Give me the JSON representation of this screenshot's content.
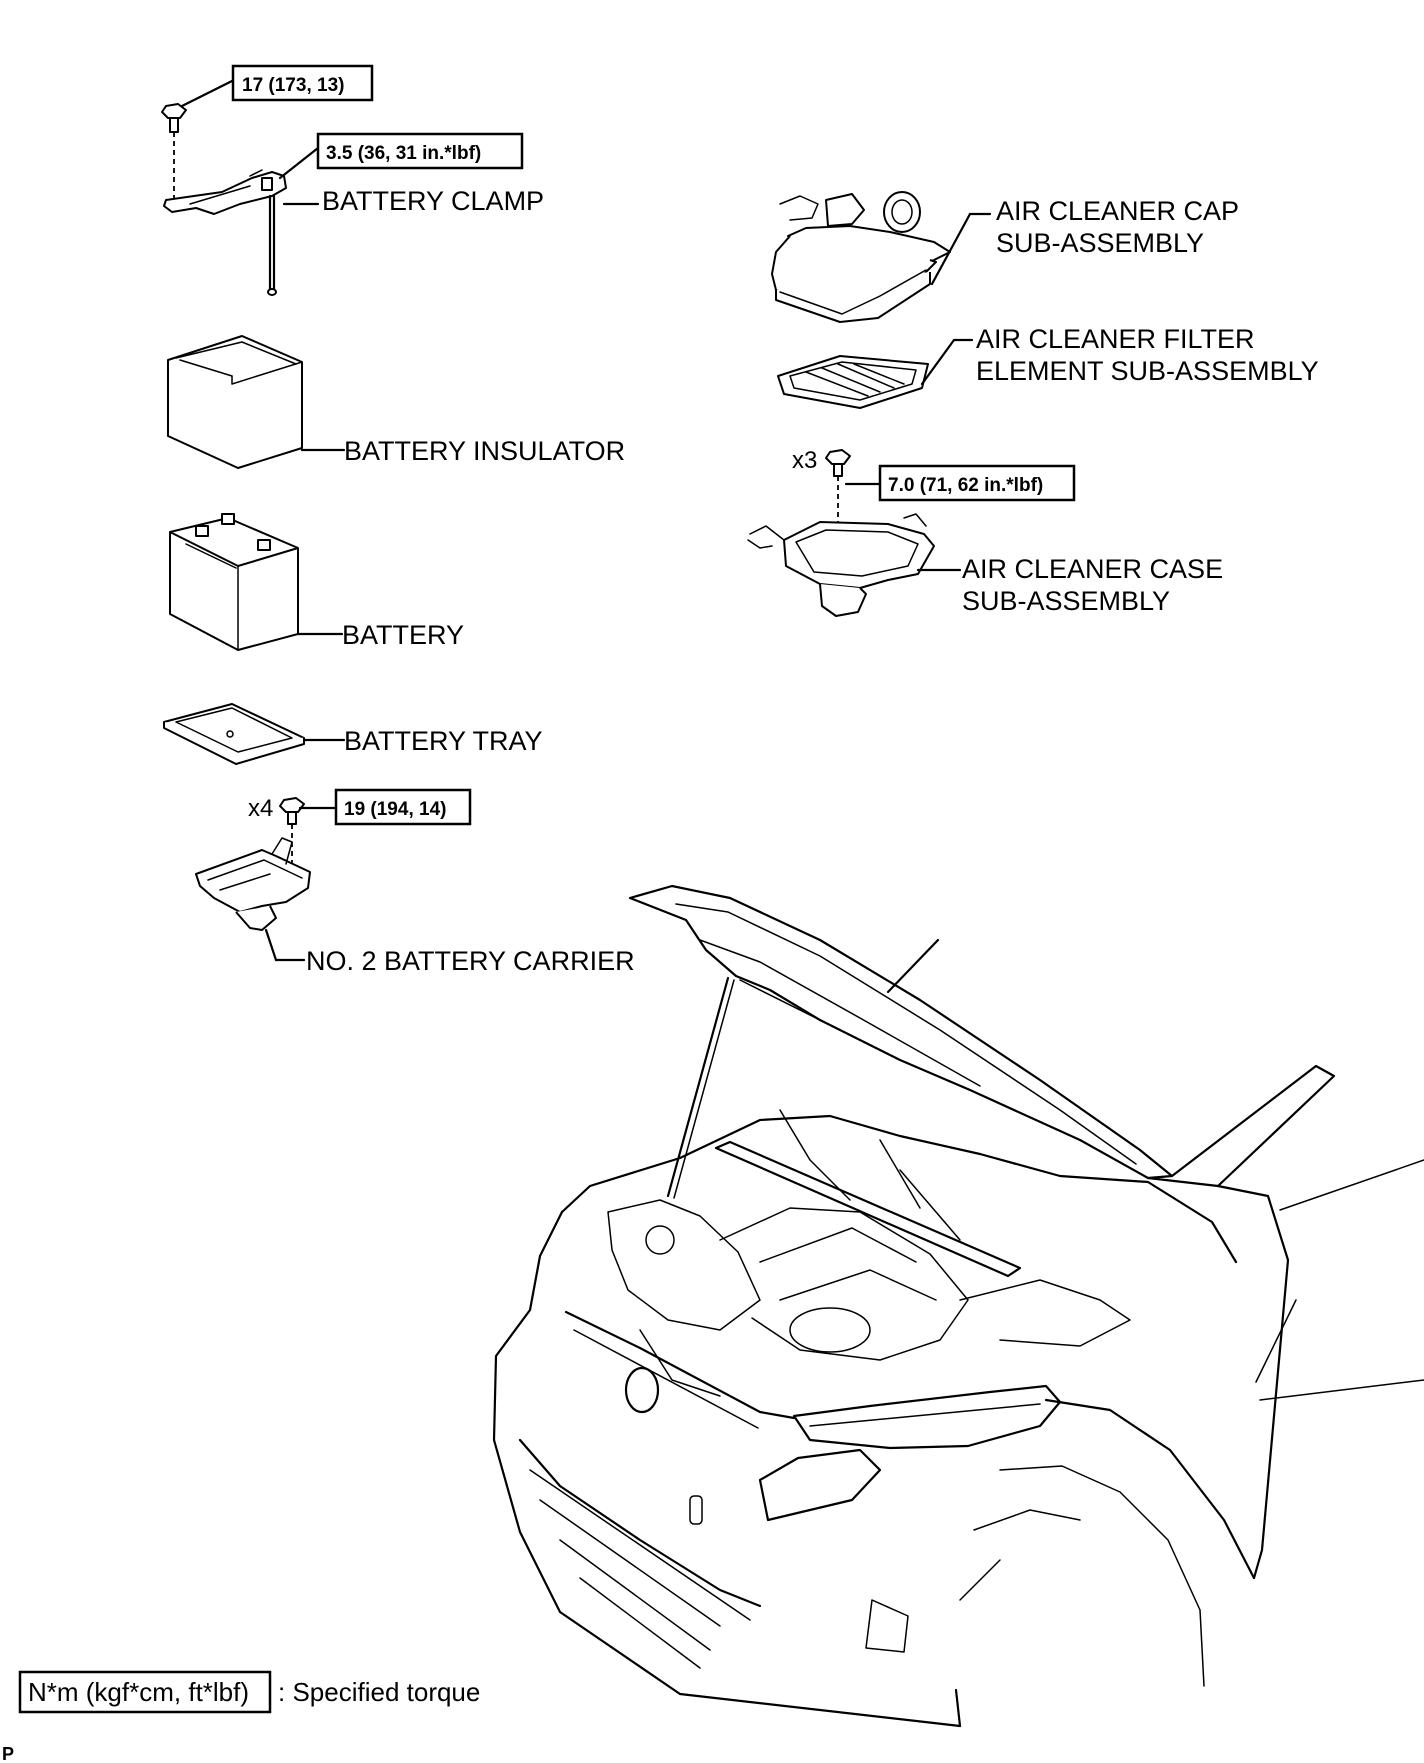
{
  "parts": {
    "battery_clamp": "BATTERY CLAMP",
    "battery_insulator": "BATTERY INSULATOR",
    "battery": "BATTERY",
    "battery_tray": "BATTERY TRAY",
    "no2_battery_carrier": "NO. 2 BATTERY CARRIER",
    "air_cleaner_cap_line1": "AIR CLEANER CAP",
    "air_cleaner_cap_line2": "SUB-ASSEMBLY",
    "air_cleaner_filter_line1": "AIR CLEANER FILTER",
    "air_cleaner_filter_line2": "ELEMENT SUB-ASSEMBLY",
    "air_cleaner_case_line1": "AIR CLEANER CASE",
    "air_cleaner_case_line2": "SUB-ASSEMBLY"
  },
  "torques": {
    "clamp_bolt": "17 (173, 13)",
    "clamp_nut": "3.5 (36, 31 in.*lbf)",
    "carrier_bolt": "19 (194, 14)",
    "case_bolt": "7.0 (71, 62 in.*lbf)"
  },
  "quantities": {
    "carrier_bolt": "x4",
    "case_bolt": "x3"
  },
  "legend": {
    "unit_box": "N*m (kgf*cm, ft*lbf)",
    "description": ": Specified torque"
  },
  "corner_mark": "P"
}
